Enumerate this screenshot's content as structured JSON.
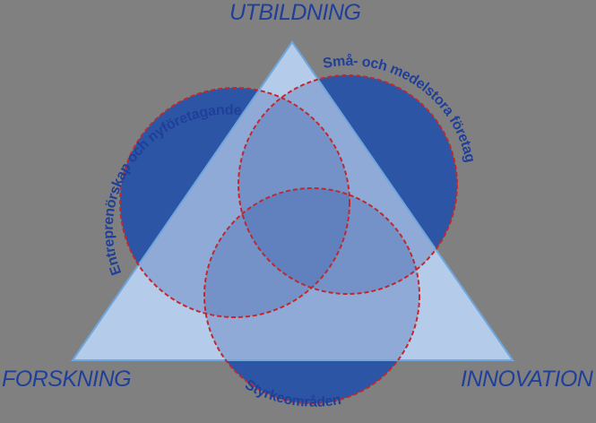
{
  "corners": {
    "top": "UTBILDNING",
    "left": "FORSKNING",
    "right": "INNOVATION"
  },
  "circles": {
    "left": "Entreprenörskap och nyföretagande",
    "right": "Små- och medelstora företag",
    "bottom": "Styrkeområden"
  },
  "colors": {
    "background": "#808080",
    "triangle_fill": "#b4cbe9",
    "triangle_stroke": "#6fa6dc",
    "circle_fill": "#2d55a6",
    "circle_stroke": "#c0282e",
    "text": "#1f3f99"
  }
}
